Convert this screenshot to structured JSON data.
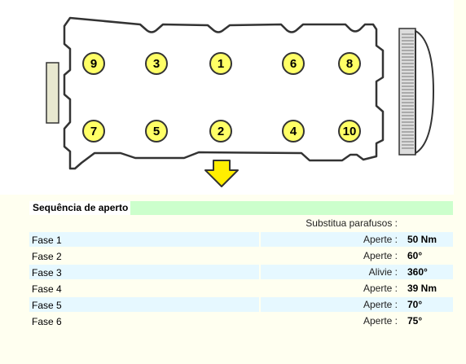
{
  "diagram": {
    "bolts_top": [
      "9",
      "3",
      "1",
      "6",
      "8"
    ],
    "bolts_bottom": [
      "7",
      "5",
      "2",
      "4",
      "10"
    ],
    "bolt_fill": "#ffff66",
    "arrow_fill": "#ffee00"
  },
  "table": {
    "title": "Sequência de aperto",
    "substitute_label": "Substitua parafusos :",
    "rows": [
      {
        "phase": "Fase 1",
        "action": "Aperte :",
        "value": "50 Nm"
      },
      {
        "phase": "Fase 2",
        "action": "Aperte :",
        "value": "60°"
      },
      {
        "phase": "Fase 3",
        "action": "Alivie :",
        "value": "360°"
      },
      {
        "phase": "Fase 4",
        "action": "Aperte :",
        "value": "39 Nm"
      },
      {
        "phase": "Fase 5",
        "action": "Aperte :",
        "value": "70°"
      },
      {
        "phase": "Fase 6",
        "action": "Aperte :",
        "value": "75°"
      }
    ]
  }
}
